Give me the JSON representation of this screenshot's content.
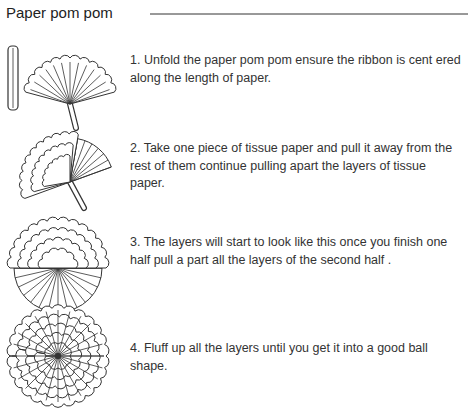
{
  "diagram": {
    "title": "Paper pom pom",
    "labels": [
      "1. Unfold the paper pom pom ensure the ribbon is cent ered along the length of paper.",
      "2. Take one piece of tissue paper and pull it away from the rest of them continue pulling apart the layers of tissue paper.",
      "3. The layers will start to look like this once you finish one half pull a part all the layers of the second half .",
      "4. Fluff up all the layers until you get it into a good ball shape."
    ]
  }
}
